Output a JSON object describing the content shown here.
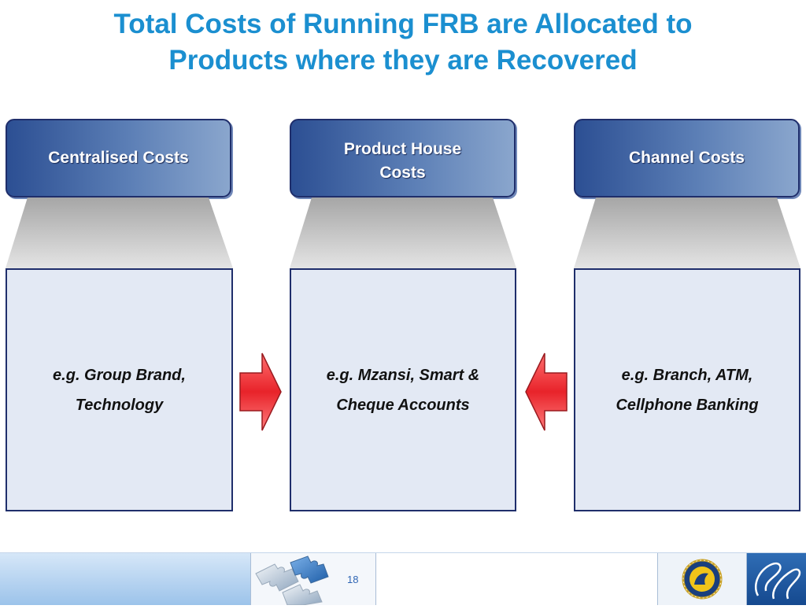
{
  "title": {
    "line1": "Total Costs of Running FRB are Allocated to",
    "line2": "Products where they are Recovered"
  },
  "columns": [
    {
      "header": "Centralised Costs",
      "examples_line1": "e.g. Group Brand,",
      "examples_line2": "Technology"
    },
    {
      "header_line1": "Product House",
      "header_line2": "Costs",
      "examples_line1": "e.g. Mzansi, Smart &",
      "examples_line2": "Cheque Accounts"
    },
    {
      "header": "Channel Costs",
      "examples_line1": "e.g. Branch, ATM,",
      "examples_line2": "Cellphone Banking"
    }
  ],
  "arrows": [
    {
      "direction": "right",
      "from": "Centralised Costs",
      "to": "Product House Costs",
      "color": "#e8232a"
    },
    {
      "direction": "left",
      "from": "Channel Costs",
      "to": "Product House Costs",
      "color": "#e8232a"
    }
  ],
  "footer": {
    "page_number": "18"
  },
  "colors": {
    "title": "#1b8fd0",
    "header_fill": "#2c4f93",
    "header_border": "#1f2e6b",
    "content_fill": "#e3e9f4",
    "funnel": "#c9c9c9"
  },
  "icons": {
    "footer_puzzle": "puzzle-pieces-icon",
    "footer_logo": "firstrand-emblem-icon",
    "footer_swirl": "swirl-logo-icon"
  }
}
